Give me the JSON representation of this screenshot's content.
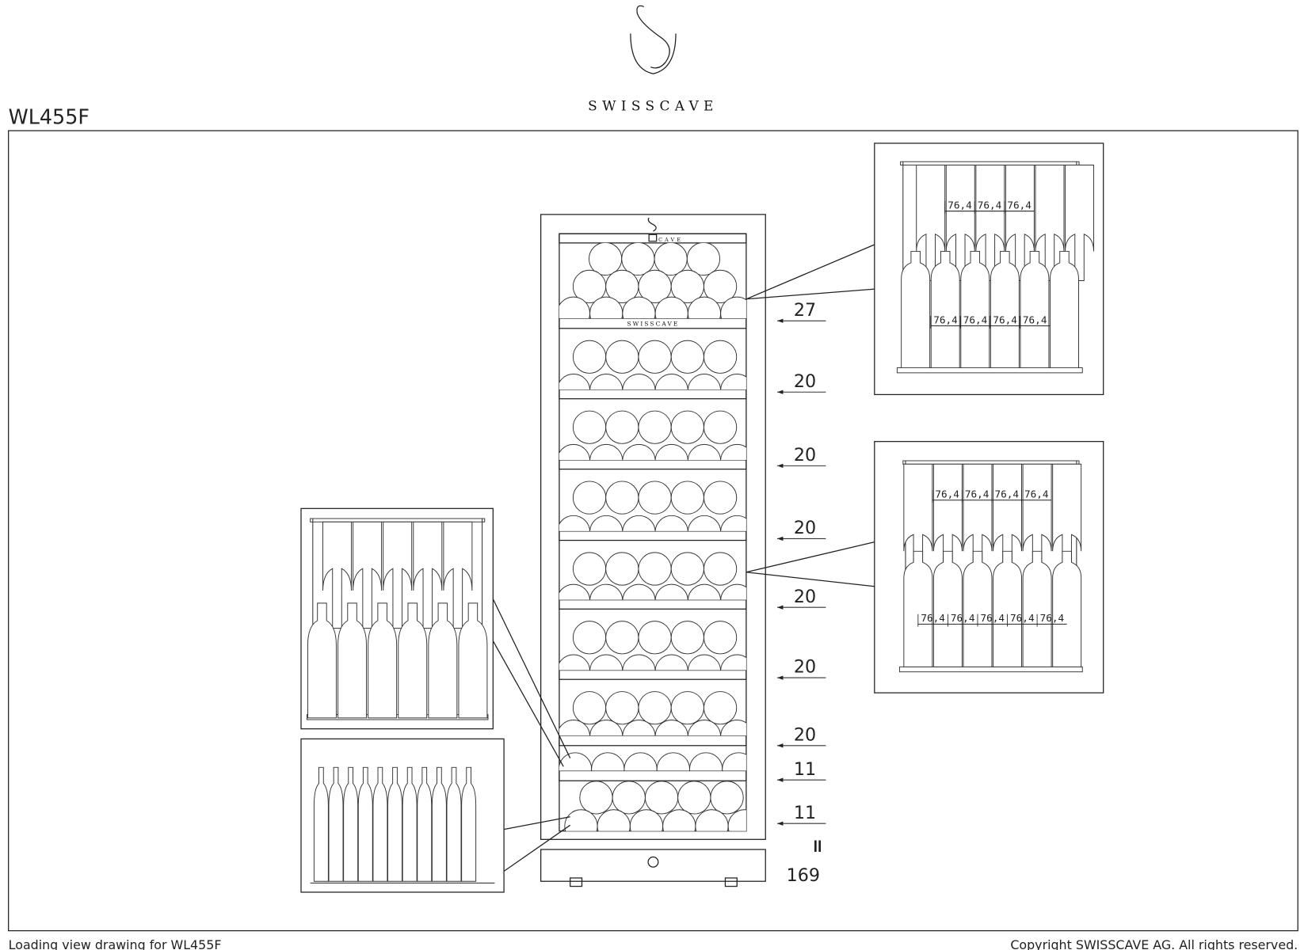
{
  "header": {
    "brand": "SWISSCAVE",
    "model": "WL455F"
  },
  "cabinet": {
    "rail_label": "SWISSCAVE",
    "control_label": "CAVE"
  },
  "dimensions": {
    "shelves": [
      "27",
      "20",
      "20",
      "20",
      "20",
      "20",
      "20",
      "11",
      "11"
    ],
    "equals_symbol": "=",
    "total": "169"
  },
  "details": {
    "top_right": {
      "upper_widths": [
        "76,4",
        "76,4",
        "76,4"
      ],
      "lower_widths": [
        "76,4",
        "76,4",
        "76,4",
        "76,4"
      ]
    },
    "mid_right": {
      "upper_widths": [
        "76,4",
        "76,4",
        "76,4",
        "76,4"
      ],
      "lower_widths": [
        "76,4",
        "76,4",
        "76,4",
        "76,4",
        "76,4"
      ]
    }
  },
  "footer": {
    "left": "Loading view drawing for WL455F",
    "right": "Copyright SWISSCAVE AG. All rights reserved."
  },
  "colors": {
    "line": "#222222",
    "background": "#ffffff"
  }
}
